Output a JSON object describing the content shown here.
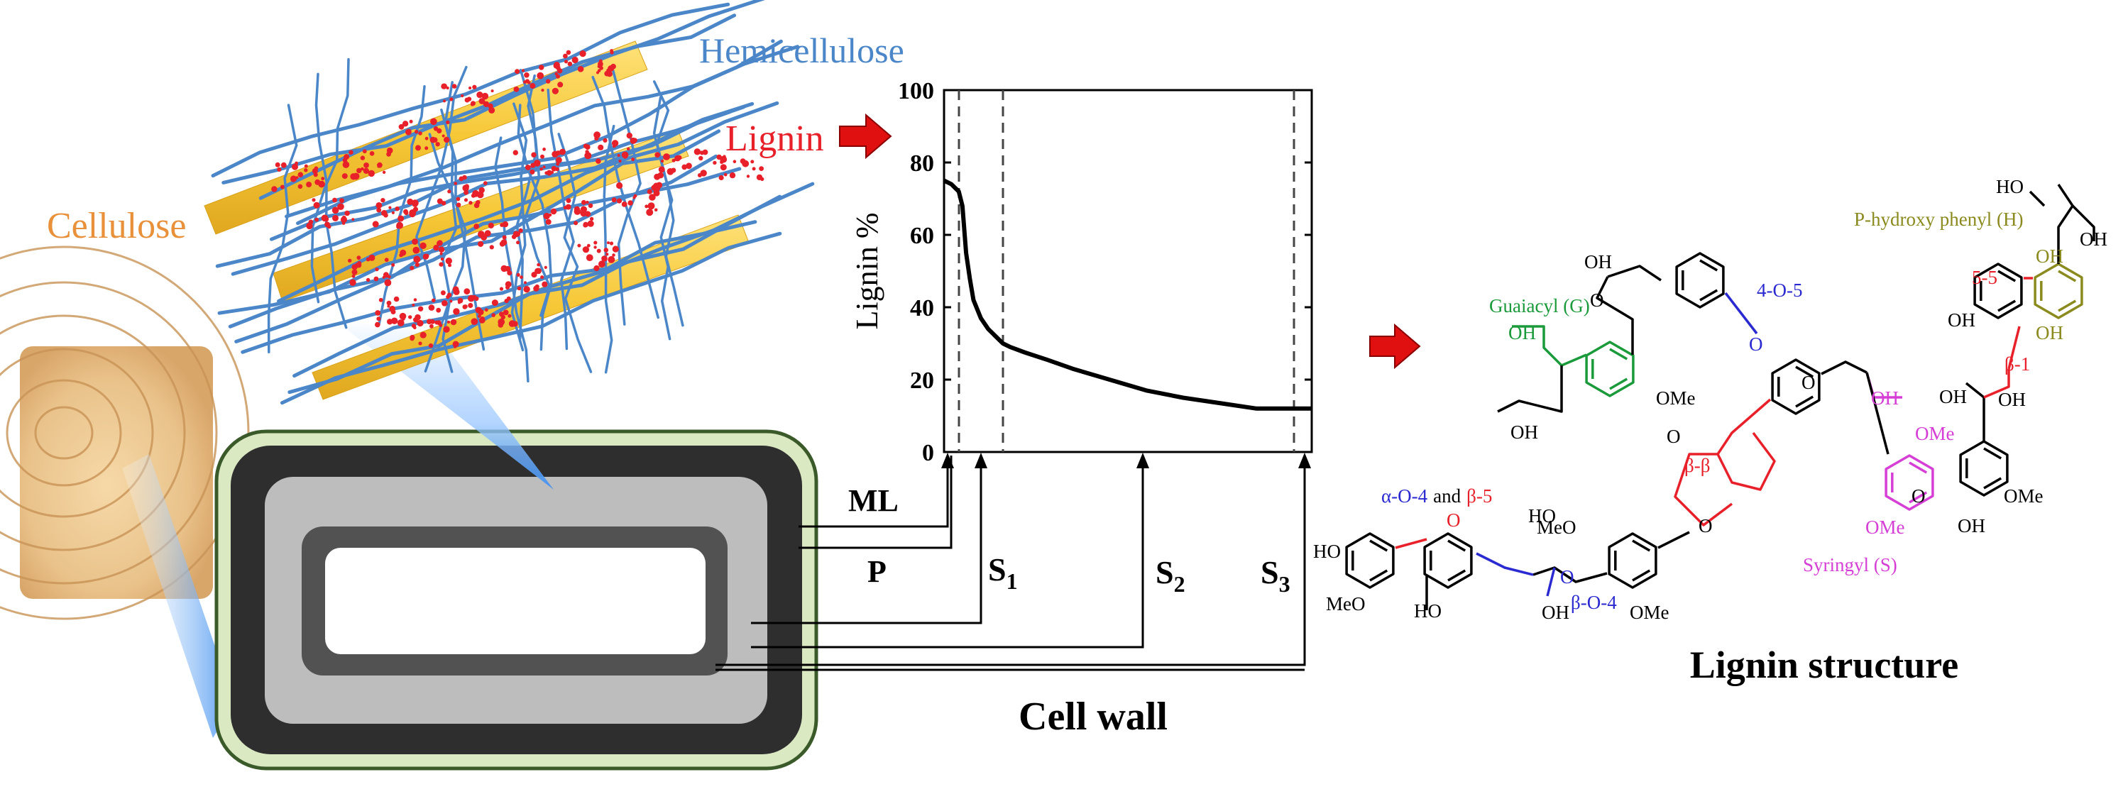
{
  "fiber": {
    "hemicellulose_label": "Hemicellulose",
    "lignin_label": "Lignin",
    "cellulose_label": "Cellulose"
  },
  "cell_wall": {
    "title": "Cell wall",
    "layers": {
      "ml": "ML",
      "p": "P",
      "s1": "S",
      "s1_sub": "1",
      "s2": "S",
      "s2_sub": "2",
      "s3": "S",
      "s3_sub": "3"
    }
  },
  "structure": {
    "title": "Lignin structure",
    "units": {
      "guaiacyl": "Guaiacyl (G)",
      "p_hydroxy": "P-hydroxy phenyl (H)",
      "syringyl": "Syringyl (S)"
    },
    "linkages": {
      "four_o_five": "4-O-5",
      "five_five": "5-5",
      "beta_1": "β-1",
      "beta_beta": "β-β",
      "alpha_o4": "α-O-4",
      "and_word": "and",
      "beta_5": "β-5",
      "beta_o4": "β-O-4"
    },
    "groups": {
      "oh": "OH",
      "ome": "OMe",
      "meo": "MeO",
      "ho": "HO",
      "o": "O"
    }
  },
  "colors": {
    "cellulose": "#f6c736",
    "hemicellulose": "#4a86c8",
    "lignin": "#e8202a",
    "guaiacyl": "#1a9a3a",
    "syringyl": "#d63fd6",
    "p_hydroxy": "#8a8a1e",
    "linkage_blue": "#2a2ad0",
    "arrow_red": "#e01010"
  },
  "chart_data": {
    "type": "line",
    "title": "",
    "xlabel": "",
    "ylabel": "Lignin %",
    "ylim": [
      0,
      100
    ],
    "y_ticks": [
      "0",
      "20",
      "40",
      "60",
      "80",
      "100"
    ],
    "grid": false,
    "boundaries": [
      "ML",
      "P",
      "S1",
      "S2/S3"
    ],
    "series": [
      {
        "x": [
          0,
          2,
          4,
          5,
          6,
          7,
          8,
          10,
          12,
          14,
          16,
          18,
          22,
          28,
          35,
          45,
          55,
          65,
          75,
          85,
          95,
          100
        ],
        "values": [
          75,
          74,
          72,
          68,
          55,
          48,
          42,
          37,
          34,
          32,
          30,
          29,
          27.5,
          25.5,
          23,
          20,
          17,
          15,
          13.5,
          12,
          12,
          12
        ]
      }
    ]
  }
}
